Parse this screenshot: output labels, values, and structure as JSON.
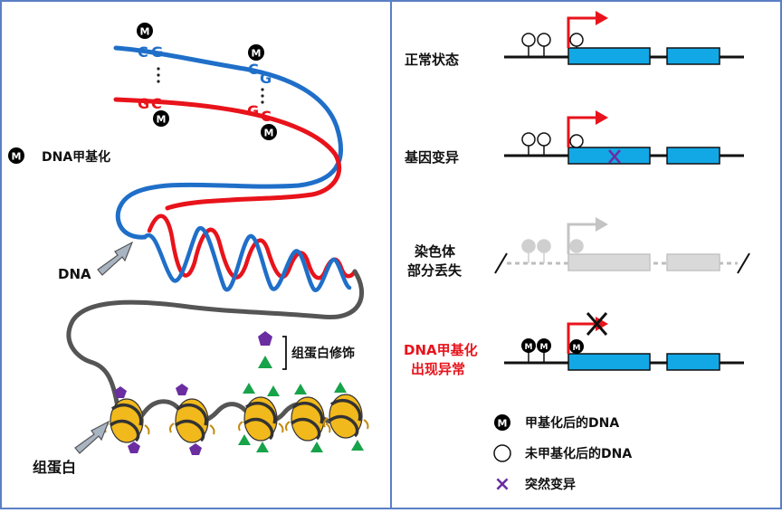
{
  "left_panel": {
    "strand_top_letters": [
      "C",
      "G"
    ],
    "strand_bottom_letters": [
      "G",
      "C"
    ],
    "methyl_symbol": "M",
    "legend_methylation": "DNA甲基化",
    "dna_label": "DNA",
    "histone_modification_label": "组蛋白修饰",
    "histone_label": "组蛋白"
  },
  "right_panel": {
    "rows": [
      {
        "label_lines": [
          "正常状态"
        ],
        "state": "normal"
      },
      {
        "label_lines": [
          "基因变异"
        ],
        "state": "mutation"
      },
      {
        "label_lines": [
          "染色体",
          "部分丢失"
        ],
        "state": "deletion"
      },
      {
        "label_lines": [
          "DNA甲基化",
          "出现异常"
        ],
        "state": "abnormal-methylation"
      }
    ],
    "legend": [
      {
        "symbol": "M",
        "label": "甲基化后的DNA"
      },
      {
        "symbol": "",
        "label": "未甲基化后的DNA"
      },
      {
        "symbol": "×",
        "label": "突然变异"
      }
    ]
  },
  "colors": {
    "border": "#5b7fc4",
    "blue_strand": "#1f6fc9",
    "red_strand": "#e8131b",
    "exon": "#12a8e6",
    "arrow": "#e8131b",
    "gray": "#b8b8b8",
    "purple": "#6a2ea0",
    "green": "#17a34a",
    "histone_gold": "#f2b91c",
    "linker": "#555555",
    "red_label": "#e8131b"
  }
}
